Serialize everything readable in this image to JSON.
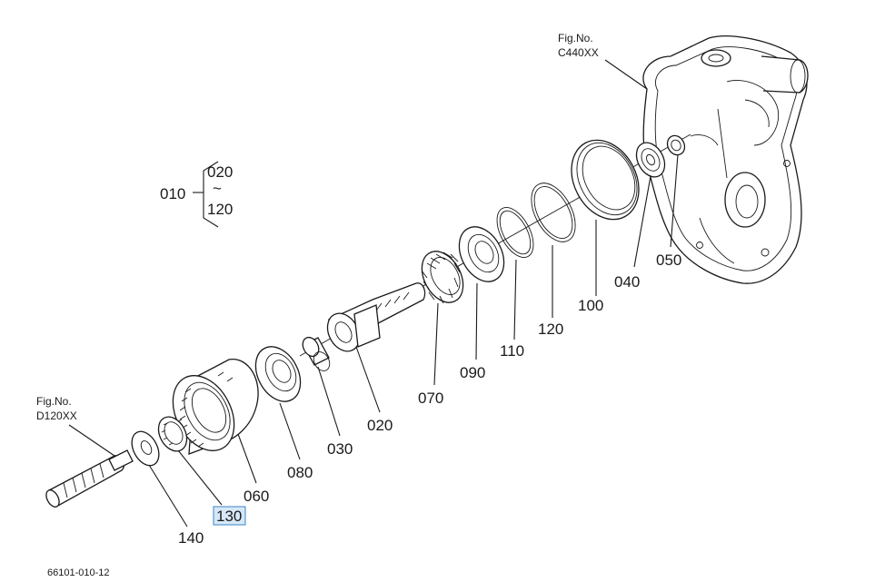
{
  "diagram": {
    "group": {
      "main": "010",
      "range_from": "020",
      "range_sep": "~",
      "range_to": "120"
    },
    "parts": [
      {
        "id": "p020",
        "number": "020",
        "highlighted": false
      },
      {
        "id": "p030",
        "number": "030",
        "highlighted": false
      },
      {
        "id": "p040",
        "number": "040",
        "highlighted": false
      },
      {
        "id": "p050",
        "number": "050",
        "highlighted": false
      },
      {
        "id": "p060",
        "number": "060",
        "highlighted": false
      },
      {
        "id": "p070",
        "number": "070",
        "highlighted": false
      },
      {
        "id": "p080",
        "number": "080",
        "highlighted": false
      },
      {
        "id": "p090",
        "number": "090",
        "highlighted": false
      },
      {
        "id": "p100",
        "number": "100",
        "highlighted": false
      },
      {
        "id": "p110",
        "number": "110",
        "highlighted": false
      },
      {
        "id": "p120",
        "number": "120",
        "highlighted": false
      },
      {
        "id": "p130",
        "number": "130",
        "highlighted": true
      },
      {
        "id": "p140",
        "number": "140",
        "highlighted": false
      }
    ],
    "fig_refs": [
      {
        "id": "ref-c440",
        "title": "Fig.No.",
        "code": "C440XX"
      },
      {
        "id": "ref-d120",
        "title": "Fig.No.",
        "code": "D120XX"
      }
    ],
    "drawing_code": "66101-010-12",
    "highlight_color": "#d6e8f7"
  }
}
